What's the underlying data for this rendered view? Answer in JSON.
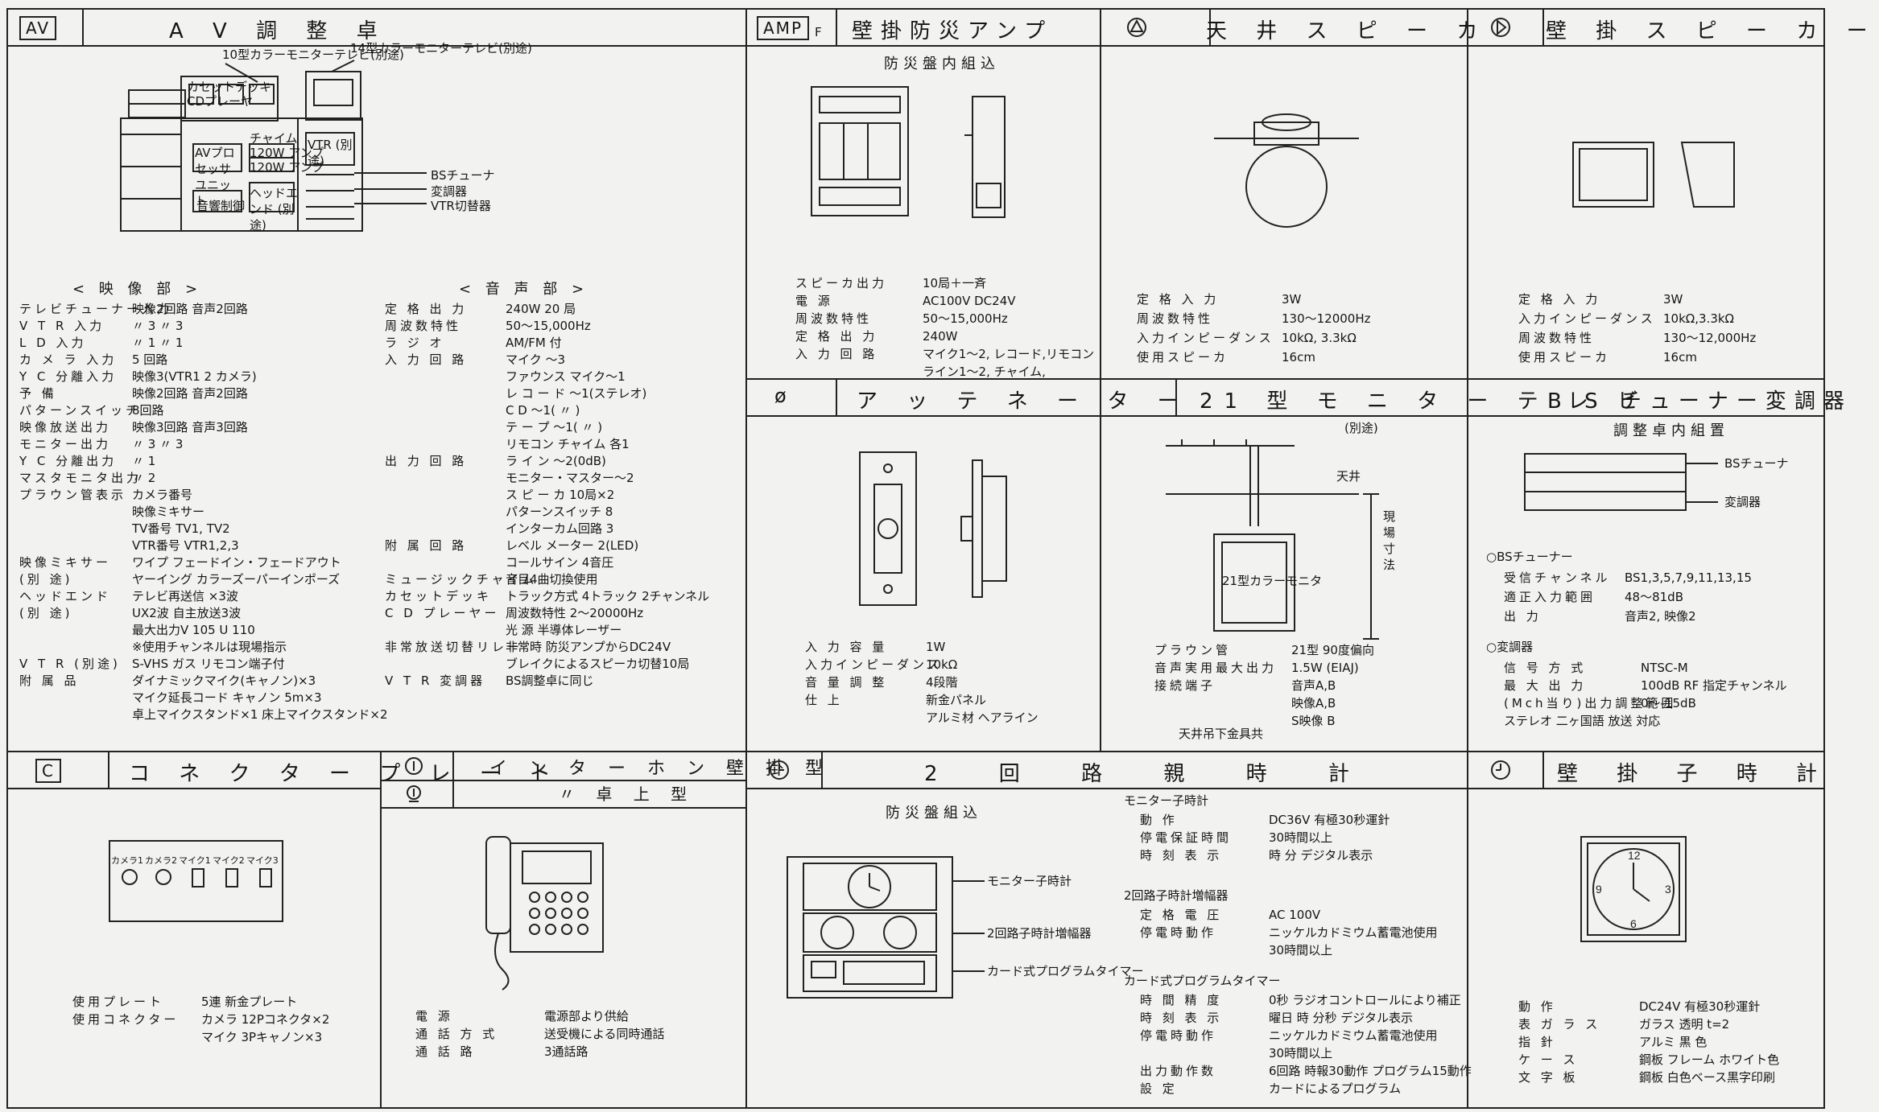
{
  "av": {
    "code": "AV",
    "title": "A V 調 整 卓",
    "labels": {
      "tv10": "10型カラーモニターテレビ(別途)",
      "tv14": "14型カラーモニターテレビ(別途)",
      "cassette": "カセットデッキ",
      "cd": "CDプレーヤ",
      "processor": "AVプロセッサユニット",
      "chime": "チャイム",
      "amp1": "120W アンプ",
      "amp2": "120W アンプ",
      "vtr": "VTR (別途)",
      "headend": "ヘッドエンド (別途)",
      "control": "音響制御",
      "bs": "BSチューナ",
      "modulator": "変調器",
      "vtr_switch": "VTR切替器"
    },
    "video_heading": "< 映 像 部 >",
    "video": [
      [
        "テレビチューナー入力",
        "映像2回路 音声2回路"
      ],
      [
        "V T R 入力",
        "〃 3 〃 3"
      ],
      [
        "L D 入力",
        "〃 1 〃 1"
      ],
      [
        "カ メ ラ 入力",
        "5 回路"
      ],
      [
        "Y C 分離入力",
        "映像3(VTR1 2 カメラ)"
      ],
      [
        "予 備",
        "映像2回路 音声2回路"
      ],
      [
        "パターンスイッチ",
        "8回路"
      ],
      [
        "映像放送出力",
        "映像3回路 音声3回路"
      ],
      [
        "モニター出力",
        "〃 3 〃 3"
      ],
      [
        "Y C 分離出力",
        "〃 1"
      ],
      [
        "マスタモニタ出力",
        "〃 2"
      ],
      [
        "プラウン管表示",
        "カメラ番号"
      ],
      [
        "",
        "映像ミキサー"
      ],
      [
        "",
        "TV番号 TV1, TV2"
      ],
      [
        "",
        "VTR番号 VTR1,2,3"
      ],
      [
        "映像ミキサー",
        "ワイプ フェードイン・フェードアウト"
      ],
      [
        "(別 途)",
        "ヤーイング カラーズーパーインポーズ"
      ],
      [
        "ヘッドエンド",
        "テレビ再送信 ×3波"
      ],
      [
        "(別 途)",
        "UX2波 自主放送3波"
      ],
      [
        "",
        "最大出力V 105 U 110"
      ],
      [
        "",
        "※使用チャンネルは現場指示"
      ],
      [
        "V T R (別途)",
        "S-VHS ガス リモコン端子付"
      ],
      [
        "附 属 品",
        "ダイナミックマイク(キャノン)×3"
      ],
      [
        "",
        "マイク延長コード キャノン 5m×3"
      ],
      [
        "",
        "卓上マイクスタンド×1 床上マイクスタンド×2"
      ]
    ],
    "audio_heading": "< 音 声 部 >",
    "audio": [
      [
        "定 格 出 力",
        "240W 20 局"
      ],
      [
        "周波数特性",
        "50～15,000Hz"
      ],
      [
        "ラ ジ オ",
        "AM/FM 付"
      ],
      [
        "入 力 回 路",
        "マイク ～3"
      ],
      [
        "",
        "ファウンス マイク～1"
      ],
      [
        "",
        "レ コ ー ド ～1(ステレオ)"
      ],
      [
        "",
        "C D ～1( 〃 )"
      ],
      [
        "",
        "テ ー プ ～1( 〃 )"
      ],
      [
        "",
        "リモコン チャイム 各1"
      ],
      [
        "出 力 回 路",
        "ラ イ ン ～2(0dB)"
      ],
      [
        "",
        "モニター・マスター～2"
      ],
      [
        "",
        "ス ピ ー カ 10局×2"
      ],
      [
        "",
        "パターンスイッチ 8"
      ],
      [
        "",
        "インターカム回路 3"
      ],
      [
        "附 属 回 路",
        "レベル メーター 2(LED)"
      ],
      [
        "",
        "コールサイン 4音圧"
      ],
      [
        "ミュージックチャイム",
        "音目4曲切換使用"
      ],
      [
        "カセットデッキ",
        "トラック方式 4トラック 2チャンネル"
      ],
      [
        "C D プレーヤー",
        "周波数特性 2～20000Hz"
      ],
      [
        "",
        "光 源 半導体レーザー"
      ],
      [
        "非常放送切替リレー",
        "非常時 防災アンプからDC24V"
      ],
      [
        "",
        "ブレイクによるスピーカ切替10局"
      ],
      [
        "V T R 変調器",
        "BS調整卓に同じ"
      ]
    ]
  },
  "amp": {
    "code": "AMP",
    "sub": "F",
    "title": "壁掛防災アンプ",
    "sub_title": "防災盤内組込",
    "specs": [
      [
        "スピーカ出力",
        "10局＋一斉"
      ],
      [
        "電 源",
        "AC100V DC24V"
      ],
      [
        "周波数特性",
        "50～15,000Hz"
      ],
      [
        "定 格 出 力",
        "240W"
      ],
      [
        "入 力 回 路",
        "マイク1～2, レコード,リモコン"
      ],
      [
        "",
        "ライン1～2, チャイム,"
      ]
    ]
  },
  "ceiling": {
    "title": "天 井 ス ピ ー カ",
    "specs": [
      [
        "定 格 入 力",
        "3W"
      ],
      [
        "周波数特性",
        "130～12000Hz"
      ],
      [
        "入力インピーダンス",
        "10kΩ, 3.3kΩ"
      ],
      [
        "使用スピーカ",
        "16cm"
      ]
    ]
  },
  "wallsp": {
    "title": "壁 掛 ス ピ ー カ ー",
    "specs": [
      [
        "定 格 入 力",
        "3W"
      ],
      [
        "入力インピーダンス",
        "10kΩ,3.3kΩ"
      ],
      [
        "周波数特性",
        "130～12,000Hz"
      ],
      [
        "使用スピーカ",
        "16cm"
      ]
    ]
  },
  "att": {
    "title": "ア ッ テ ネ ー タ ー",
    "specs": [
      [
        "入 力 容 量",
        "1W"
      ],
      [
        "入力インピーダンス",
        "10kΩ"
      ],
      [
        "音 量 調 整",
        "4段階"
      ],
      [
        "仕 上",
        "新金パネル"
      ],
      [
        "",
        "アルミ材 ヘアライン"
      ]
    ]
  },
  "tv21": {
    "title": "21 型 モ ニ タ ー テ レ ビ",
    "note": "(別途)",
    "ceiling_label": "天井",
    "height_label": "現場寸法",
    "tv_label": "21型カラーモニタ",
    "footer": "天井吊下金具共",
    "specs": [
      [
        "プラウン管",
        "21型 90度偏向"
      ],
      [
        "音声実用最大出力",
        "1.5W (EIAJ)"
      ],
      [
        "接続端子",
        "音声A,B"
      ],
      [
        "",
        "映像A,B"
      ],
      [
        "",
        "S映像 B"
      ]
    ]
  },
  "bs": {
    "title": "B S チューナー変調器",
    "sub_title": "調整卓内組置",
    "bs_label": "BSチューナ",
    "mod_label": "変調器",
    "tuner_heading": "○BSチューナー",
    "tuner": [
      [
        "受信チャンネル",
        "BS1,3,5,7,9,11,13,15"
      ],
      [
        "適正入力範囲",
        "48～81dB"
      ],
      [
        "出 力",
        "音声2, 映像2"
      ]
    ],
    "mod_heading": "○変調器",
    "mod": [
      [
        "信 号 方 式",
        "NTSC-M"
      ],
      [
        "最 大 出 力",
        "100dB RF 指定チャンネル"
      ],
      [
        "(Mch当り)出力調整範囲",
        "0～-15dB"
      ],
      [
        "ステレオ 二ヶ国語 放送 対応",
        ""
      ]
    ]
  },
  "conn": {
    "code": "C",
    "title": "コ ネ ク タ ー プ レ ー ト",
    "jacks": [
      "カメラ1",
      "カメラ2",
      "マイク1",
      "マイク2",
      "マイク3"
    ],
    "specs": [
      [
        "使用プレート",
        "5連 新金プレート"
      ],
      [
        "使用コネクター",
        "カメラ 12Pコネクタ×2"
      ],
      [
        "",
        "マイク 3Pキャノン×3"
      ]
    ]
  },
  "intercom": {
    "title1": "イ ン タ ー ホ ン 壁 掛 型",
    "title2": "〃 卓 上 型",
    "specs": [
      [
        "電 源",
        "電源部より供給"
      ],
      [
        "通 話 方 式",
        "送受機による同時通話"
      ],
      [
        "通 話 路",
        "3通話路"
      ]
    ]
  },
  "clock2": {
    "title": "2 回 路 親 時 計",
    "sub_title": "防災盤組込",
    "labels": [
      "モニター子時計",
      "2回路子時計増幅器",
      "カード式プログラムタイマー"
    ],
    "g1": "モニター子時計",
    "s1": [
      [
        "動 作",
        "DC36V 有極30秒運針"
      ],
      [
        "停電保証時間",
        "30時間以上"
      ],
      [
        "時 刻 表 示",
        "時 分 デジタル表示"
      ]
    ],
    "g2": "2回路子時計増幅器",
    "s2": [
      [
        "定 格 電 圧",
        "AC 100V"
      ],
      [
        "停電時動作",
        "ニッケルカドミウム蓄電池使用"
      ],
      [
        "",
        "30時間以上"
      ]
    ],
    "g3": "カード式プログラムタイマー",
    "s3": [
      [
        "時 間 精 度",
        "0秒 ラジオコントロールにより補正"
      ],
      [
        "時 刻 表 示",
        "曜日 時 分秒 デジタル表示"
      ],
      [
        "停電時動作",
        "ニッケルカドミウム蓄電池使用"
      ],
      [
        "",
        "30時間以上"
      ],
      [
        "出力動作数",
        "6回路 時報30動作 プログラム15動作"
      ],
      [
        "設 定",
        "カードによるプログラム"
      ]
    ]
  },
  "wclock": {
    "title": "壁 掛 子 時 計",
    "specs": [
      [
        "動 作",
        "DC24V 有極30秒運針"
      ],
      [
        "表 ガ ラ ス",
        "ガラス 透明 t=2"
      ],
      [
        "指 針",
        "アルミ 黒 色"
      ],
      [
        "ケ ー ス",
        "鋼板 フレーム ホワイト色"
      ],
      [
        "文 字 板",
        "鋼板 白色ベース黒字印刷"
      ]
    ]
  }
}
